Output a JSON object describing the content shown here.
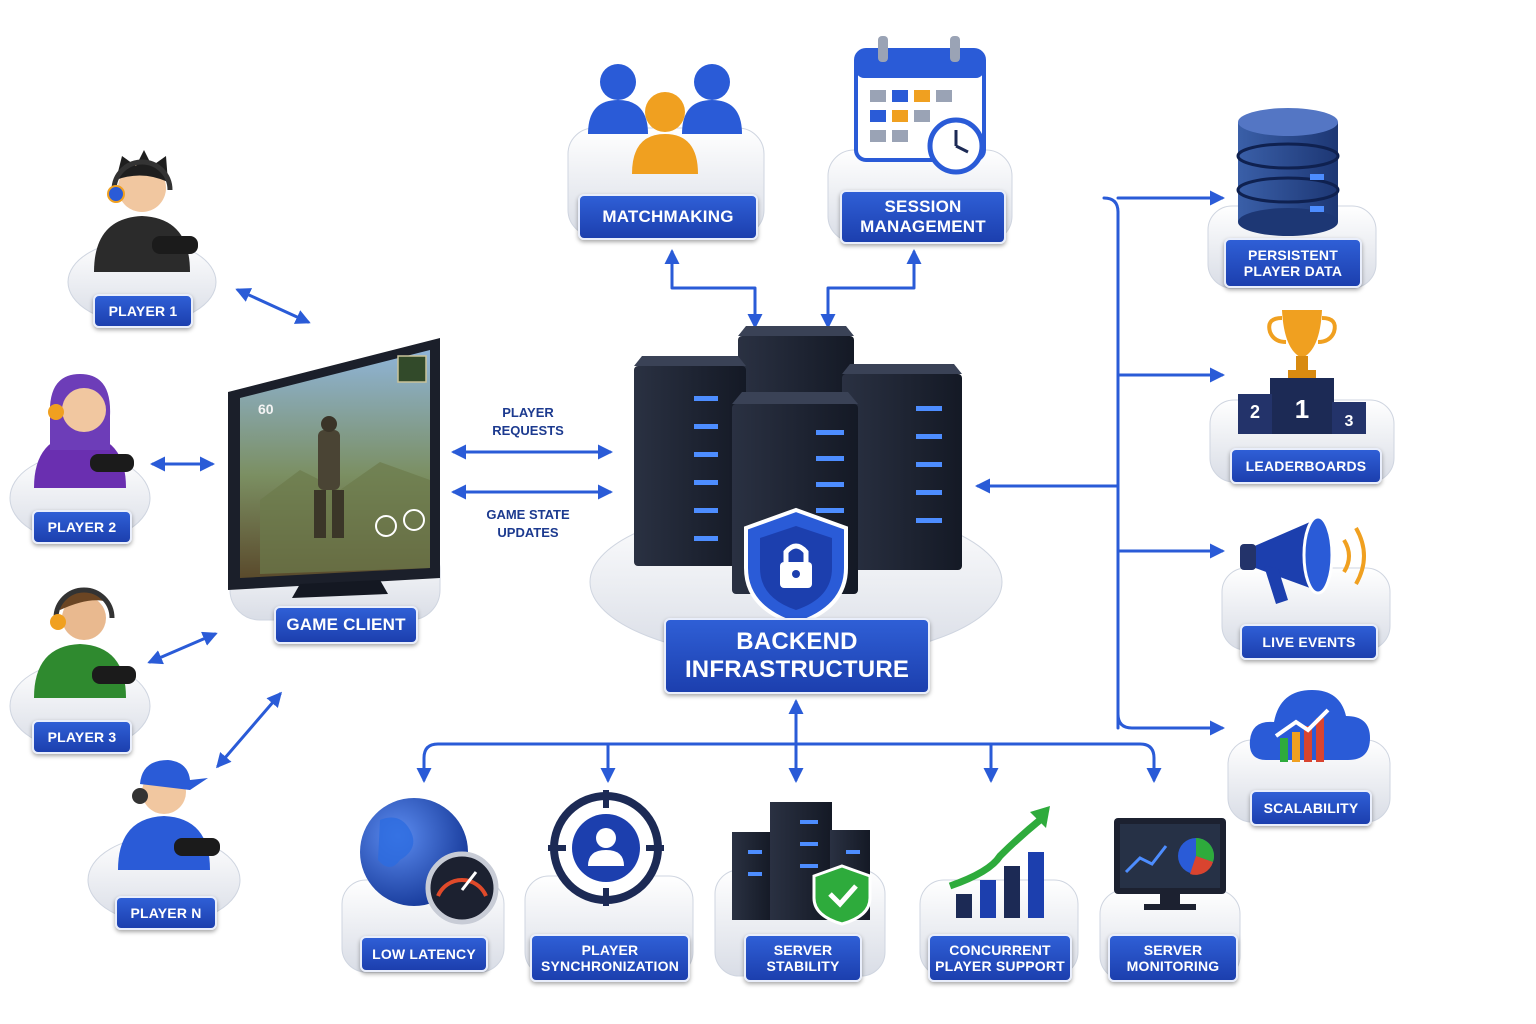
{
  "players": [
    {
      "id": "p1",
      "label": "PLAYER 1",
      "hood": "#2b2b2b",
      "hair": "#1e1e1e"
    },
    {
      "id": "p2",
      "label": "PLAYER 2",
      "hood": "#6a2fb0",
      "hair": "#6d3db8"
    },
    {
      "id": "p3",
      "label": "PLAYER 3",
      "hood": "#2f8a2f",
      "hair": "#6b4523"
    },
    {
      "id": "pn",
      "label": "PLAYER N",
      "hood": "#2a5bd7",
      "hair": "#2a5bd7"
    }
  ],
  "game_client": {
    "label": "GAME CLIENT",
    "hud": "60",
    "icon": "tablet-game-icon"
  },
  "flows": {
    "player_requests": [
      "PLAYER",
      "REQUESTS"
    ],
    "game_state_updates": [
      "GAME STATE",
      "UPDATES"
    ]
  },
  "backend": {
    "label": [
      "BACKEND",
      "INFRASTRUCTURE"
    ],
    "icon": "server-cluster-icon",
    "shield_icon": "lock-shield-icon"
  },
  "top_services": [
    {
      "id": "matchmaking",
      "label": [
        "MATCHMAKING"
      ],
      "icon": "people-group-icon"
    },
    {
      "id": "session",
      "label": [
        "SESSION",
        "MANAGEMENT"
      ],
      "icon": "calendar-clock-icon"
    }
  ],
  "right_services": [
    {
      "id": "persistent",
      "label": [
        "PERSISTENT",
        "PLAYER DATA"
      ],
      "icon": "database-icon"
    },
    {
      "id": "leaderboards",
      "label": [
        "LEADERBOARDS"
      ],
      "icon": "trophy-podium-icon",
      "podium": [
        "2",
        "1",
        "3"
      ]
    },
    {
      "id": "live_events",
      "label": [
        "LIVE EVENTS"
      ],
      "icon": "megaphone-icon"
    },
    {
      "id": "scalability",
      "label": [
        "SCALABILITY"
      ],
      "icon": "cloud-growth-icon"
    }
  ],
  "bottom_features": [
    {
      "id": "latency",
      "label": [
        "LOW LATENCY"
      ],
      "icon": "globe-gauge-icon"
    },
    {
      "id": "sync",
      "label": [
        "PLAYER",
        "SYNCHRONIZATION"
      ],
      "icon": "target-user-icon"
    },
    {
      "id": "stability",
      "label": [
        "SERVER",
        "STABILITY"
      ],
      "icon": "servers-check-icon"
    },
    {
      "id": "concurrent",
      "label": [
        "CONCURRENT",
        "PLAYER SUPPORT"
      ],
      "icon": "bar-growth-icon"
    },
    {
      "id": "monitoring",
      "label": [
        "SERVER",
        "MONITORING"
      ],
      "icon": "monitor-dashboard-icon"
    }
  ],
  "colors": {
    "accent": "#2a5bd7",
    "dark_blue": "#1c3fae",
    "server": "#1f2533",
    "led": "#4d8dff",
    "gold": "#f0a020",
    "green": "#2eab3c"
  }
}
